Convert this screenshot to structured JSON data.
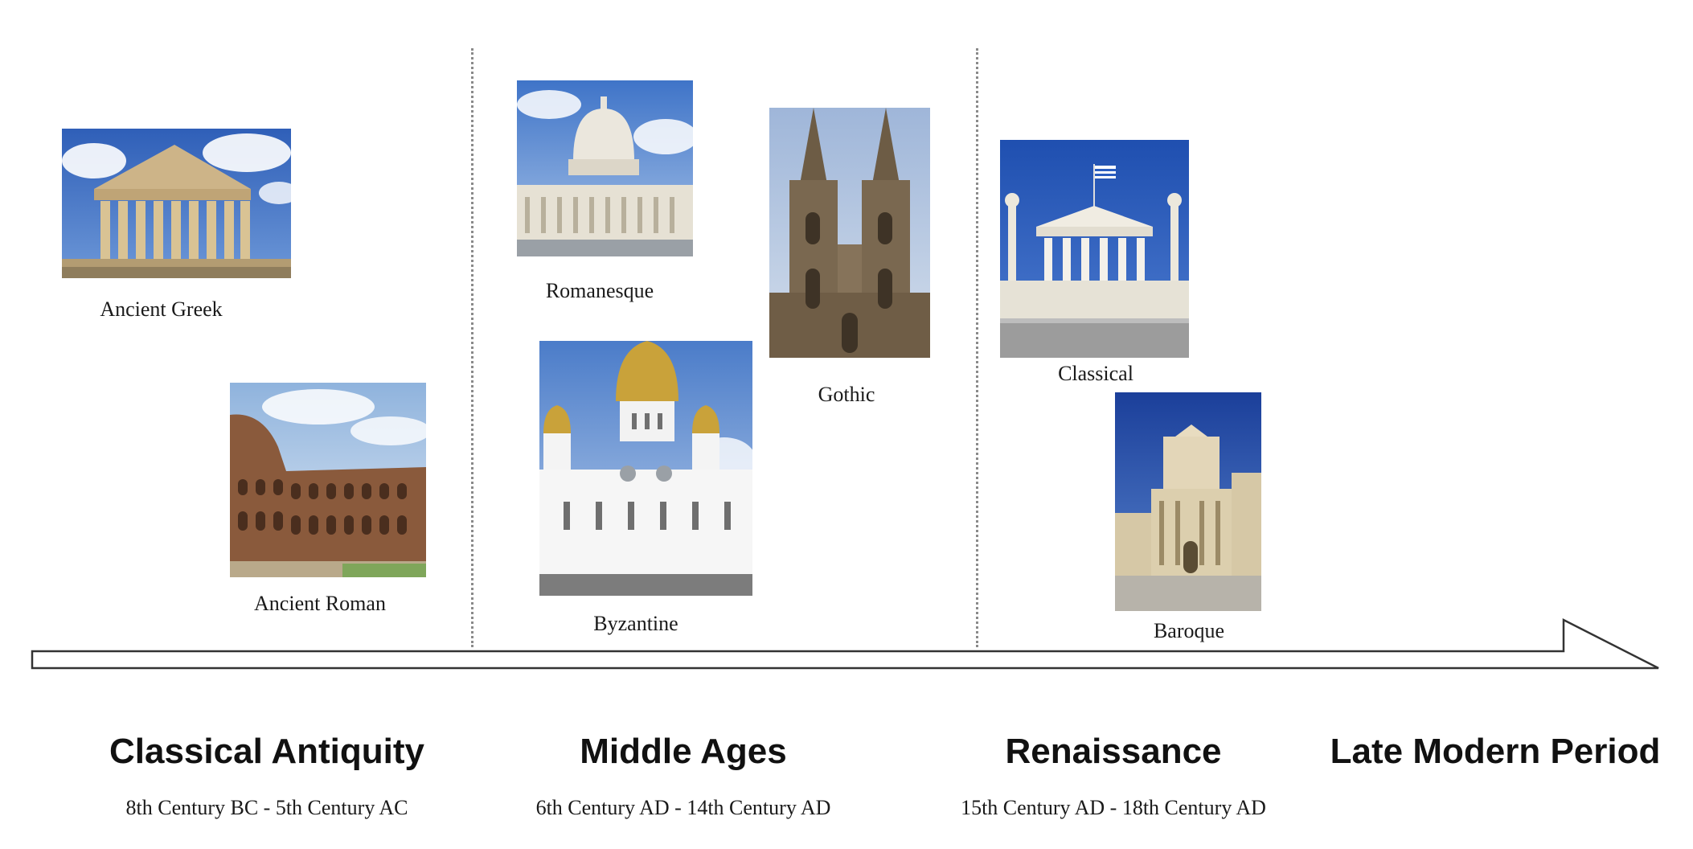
{
  "styles": {
    "captions": [
      {
        "id": "greek",
        "label": "Ancient Greek"
      },
      {
        "id": "roman",
        "label": "Ancient Roman"
      },
      {
        "id": "romanesque",
        "label": "Romanesque"
      },
      {
        "id": "byzantine",
        "label": "Byzantine"
      },
      {
        "id": "gothic",
        "label": "Gothic"
      },
      {
        "id": "classical",
        "label": "Classical"
      },
      {
        "id": "baroque",
        "label": "Baroque"
      }
    ]
  },
  "eras": [
    {
      "name": "Classical Antiquity",
      "range": "8th Century BC - 5th Century AC"
    },
    {
      "name": "Middle Ages",
      "range": "6th Century AD - 14th Century AD"
    },
    {
      "name": "Renaissance",
      "range": "15th Century AD - 18th Century AD"
    },
    {
      "name": "Late Modern Period",
      "range": ""
    }
  ],
  "colors": {
    "arrow_stroke": "#333333",
    "separator": "#8a8a8a",
    "sky_blue": "#3d6fc4",
    "deep_blue": "#1f4fb0",
    "stone": "#c9b48a",
    "brick": "#8a5a3c",
    "gold": "#c9a23a"
  }
}
